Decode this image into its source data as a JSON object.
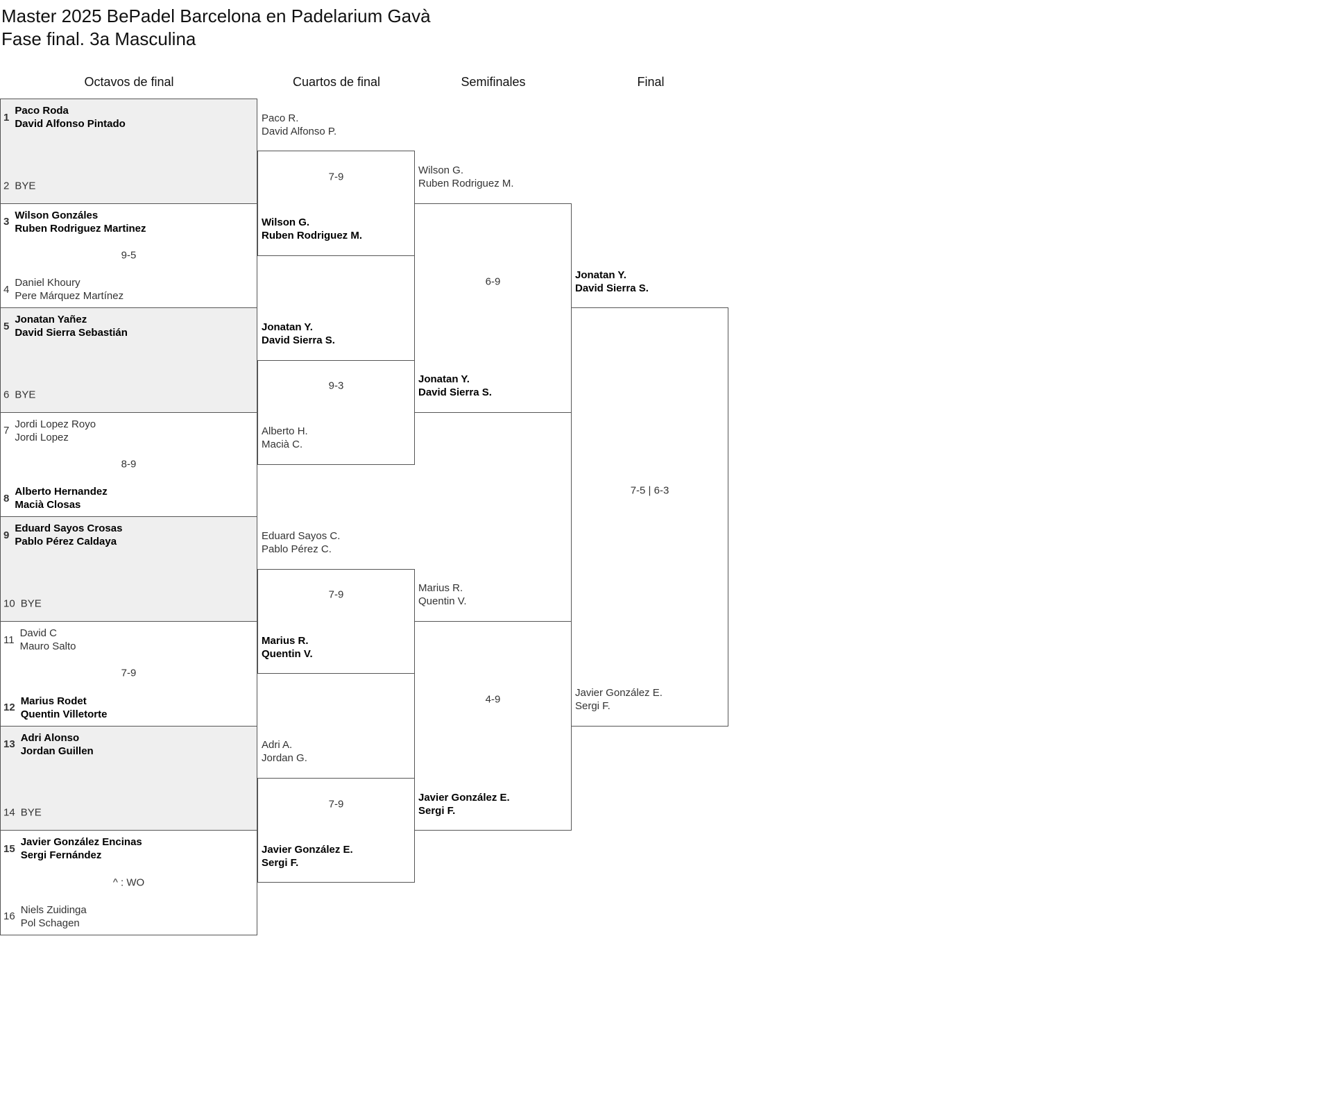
{
  "title": {
    "line1": "Master 2025 BePadel Barcelona en Padelarium Gavà",
    "line2": "Fase final. 3a Masculina"
  },
  "rounds": [
    "Octavos de final",
    "Cuartos de final",
    "Semifinales",
    "Final"
  ],
  "octavos": [
    {
      "score": "",
      "top": {
        "seed": "1",
        "names": [
          "Paco Roda",
          "David Alfonso Pintado"
        ],
        "winner": true
      },
      "bottom": {
        "seed": "2",
        "names": [
          "BYE"
        ],
        "winner": false
      },
      "bye": true
    },
    {
      "score": "9-5",
      "top": {
        "seed": "3",
        "names": [
          "Wilson Gonzáles",
          "Ruben Rodriguez Martinez"
        ],
        "winner": true
      },
      "bottom": {
        "seed": "4",
        "names": [
          "Daniel Khoury",
          "Pere Márquez Martínez"
        ],
        "winner": false
      },
      "bye": false
    },
    {
      "score": "",
      "top": {
        "seed": "5",
        "names": [
          "Jonatan Yañez",
          "David Sierra Sebastián"
        ],
        "winner": true
      },
      "bottom": {
        "seed": "6",
        "names": [
          "BYE"
        ],
        "winner": false
      },
      "bye": true
    },
    {
      "score": "8-9",
      "top": {
        "seed": "7",
        "names": [
          "Jordi Lopez Royo",
          "Jordi Lopez"
        ],
        "winner": false
      },
      "bottom": {
        "seed": "8",
        "names": [
          "Alberto Hernandez",
          "Macià Closas"
        ],
        "winner": true
      },
      "bye": false
    },
    {
      "score": "",
      "top": {
        "seed": "9",
        "names": [
          "Eduard Sayos Crosas",
          "Pablo Pérez Caldaya"
        ],
        "winner": true
      },
      "bottom": {
        "seed": "10",
        "names": [
          "BYE"
        ],
        "winner": false
      },
      "bye": true
    },
    {
      "score": "7-9",
      "top": {
        "seed": "11",
        "names": [
          "David C",
          "Mauro Salto"
        ],
        "winner": false
      },
      "bottom": {
        "seed": "12",
        "names": [
          "Marius Rodet",
          "Quentin Villetorte"
        ],
        "winner": true
      },
      "bye": false
    },
    {
      "score": "",
      "top": {
        "seed": "13",
        "names": [
          "Adri Alonso",
          "Jordan Guillen"
        ],
        "winner": true
      },
      "bottom": {
        "seed": "14",
        "names": [
          "BYE"
        ],
        "winner": false
      },
      "bye": true
    },
    {
      "score": "^ : WO",
      "top": {
        "seed": "15",
        "names": [
          "Javier González Encinas",
          "Sergi Fernández"
        ],
        "winner": true
      },
      "bottom": {
        "seed": "16",
        "names": [
          "Niels Zuidinga",
          "Pol Schagen"
        ],
        "winner": false
      },
      "bye": false
    }
  ],
  "cuartos": [
    {
      "score": "7-9",
      "top": {
        "names": [
          "Paco R.",
          "David Alfonso P."
        ],
        "winner": false
      },
      "bottom": {
        "names": [
          "Wilson G.",
          "Ruben Rodriguez M."
        ],
        "winner": true
      }
    },
    {
      "score": "9-3",
      "top": {
        "names": [
          "Jonatan Y.",
          "David Sierra S."
        ],
        "winner": true
      },
      "bottom": {
        "names": [
          "Alberto H.",
          "Macià C."
        ],
        "winner": false
      }
    },
    {
      "score": "7-9",
      "top": {
        "names": [
          "Eduard Sayos C.",
          "Pablo Pérez C."
        ],
        "winner": false
      },
      "bottom": {
        "names": [
          "Marius R.",
          "Quentin V."
        ],
        "winner": true
      }
    },
    {
      "score": "7-9",
      "top": {
        "names": [
          "Adri A.",
          "Jordan G."
        ],
        "winner": false
      },
      "bottom": {
        "names": [
          "Javier González E.",
          "Sergi F."
        ],
        "winner": true
      }
    }
  ],
  "semis": [
    {
      "score": "6-9",
      "top": {
        "names": [
          "Wilson G.",
          "Ruben Rodriguez M."
        ],
        "winner": false
      },
      "bottom": {
        "names": [
          "Jonatan Y.",
          "David Sierra S."
        ],
        "winner": true
      }
    },
    {
      "score": "4-9",
      "top": {
        "names": [
          "Marius R.",
          "Quentin V."
        ],
        "winner": false
      },
      "bottom": {
        "names": [
          "Javier González E.",
          "Sergi F."
        ],
        "winner": true
      }
    }
  ],
  "final": [
    {
      "score": "7-5 | 6-3",
      "top": {
        "names": [
          "Jonatan Y.",
          "David Sierra S."
        ],
        "winner": true
      },
      "bottom": {
        "names": [
          "Javier González E.",
          "Sergi F."
        ],
        "winner": false
      }
    }
  ]
}
